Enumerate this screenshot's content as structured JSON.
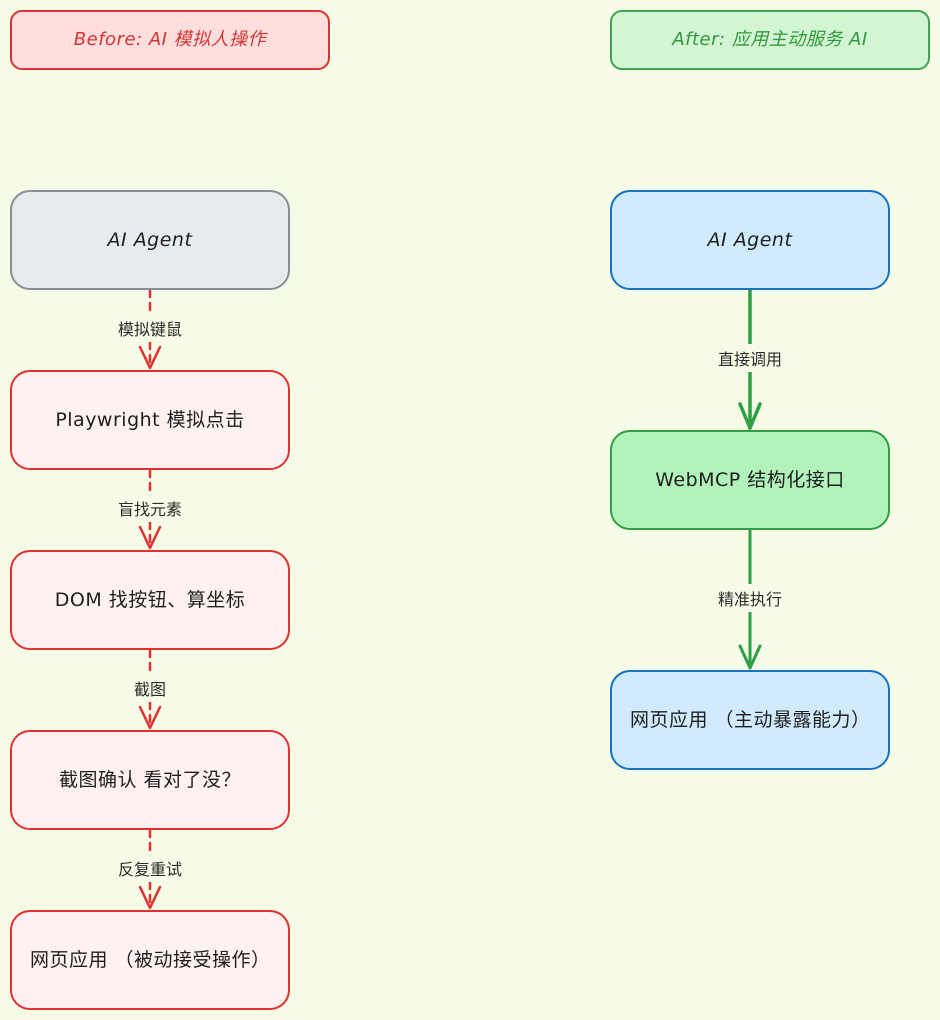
{
  "headers": {
    "before": "Before: AI 模拟人操作",
    "after": "After: 应用主动服务 AI"
  },
  "left": {
    "nodes": [
      "AI Agent",
      "Playwright 模拟点击",
      "DOM 找按钮、算坐标",
      "截图确认 看对了没？",
      "网页应用 （被动接受操作）"
    ],
    "edges": [
      "模拟键鼠",
      "盲找元素",
      "截图",
      "反复重试"
    ]
  },
  "right": {
    "nodes": [
      "AI Agent",
      "WebMCP 结构化接口",
      "网页应用 （主动暴露能力）"
    ],
    "edges": [
      "直接调用",
      "精准执行"
    ]
  },
  "colors": {
    "background": "#f5fbe6",
    "before_accent": "#e03131",
    "after_accent": "#2f9e44",
    "agent_gray": "#878e96",
    "app_blue": "#1971c2"
  }
}
